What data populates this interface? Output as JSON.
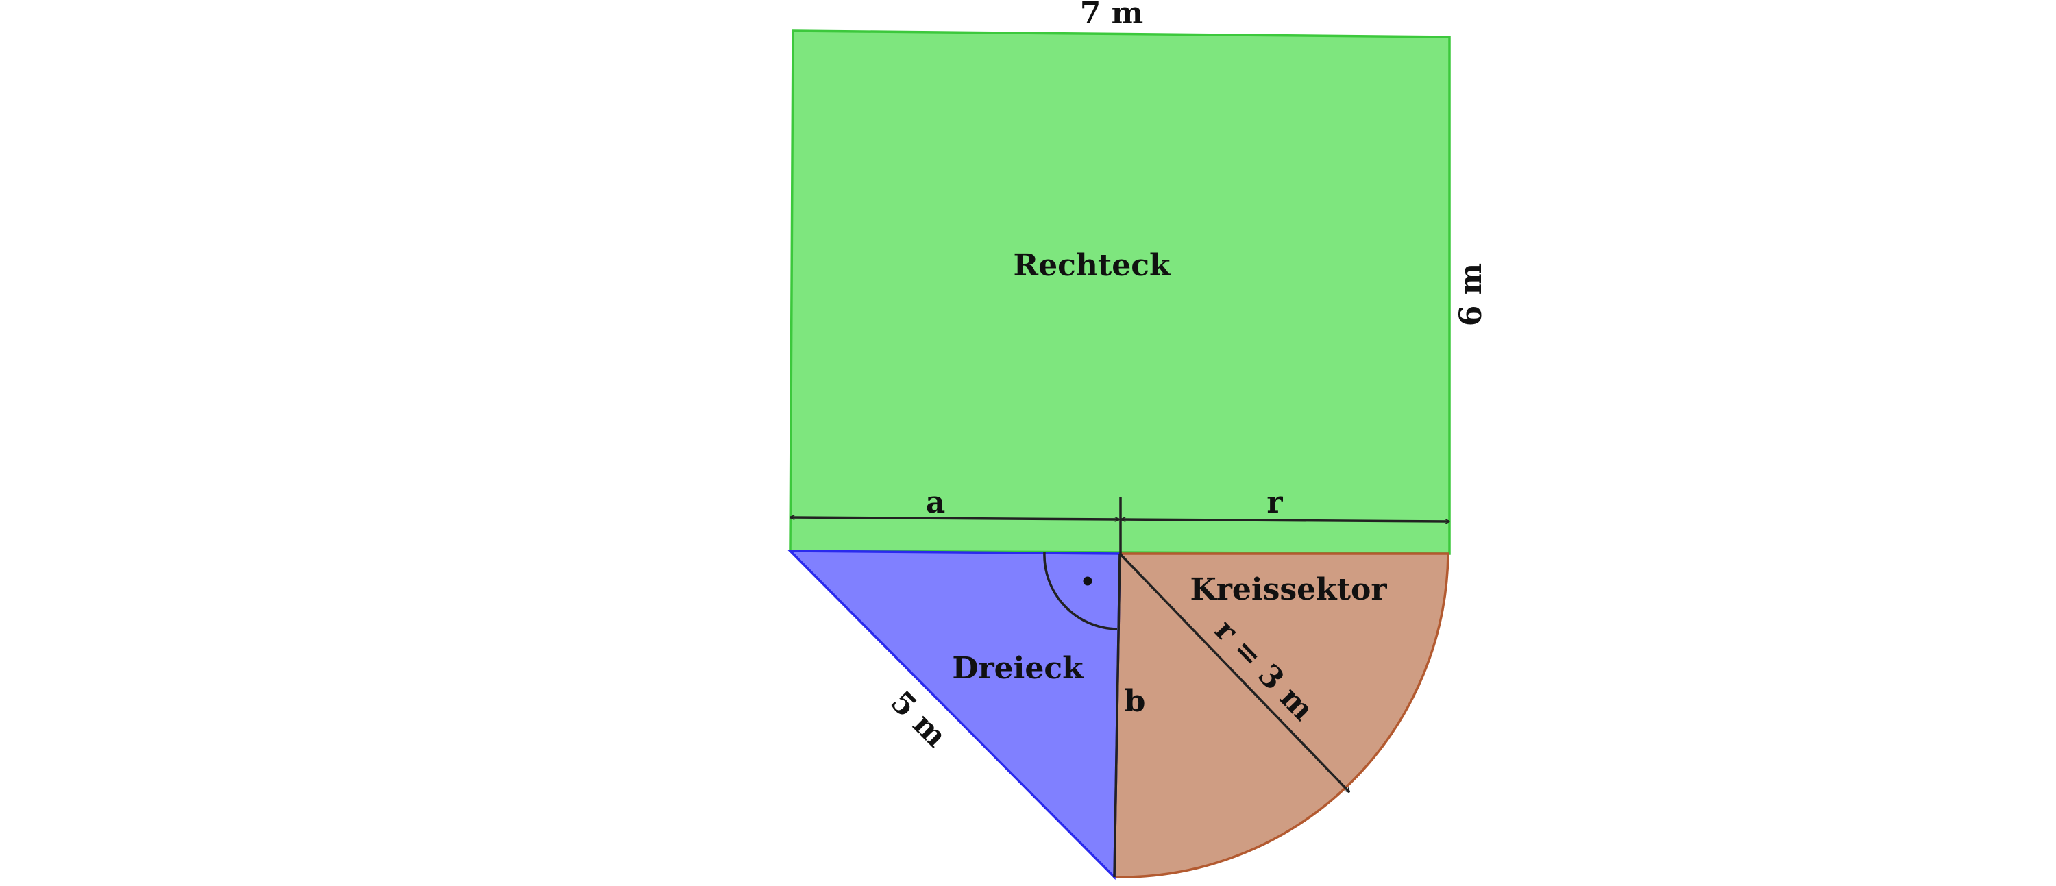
{
  "labels": {
    "top_width": "7 m",
    "right_height": "6 m",
    "rect_name": "Rechteck",
    "dim_a": "a",
    "dim_r": "r",
    "sector_name": "Kreissektor",
    "triangle_name": "Dreieck",
    "radius_label": "r = 3 m",
    "hypotenuse_label": "5 m",
    "side_b": "b"
  },
  "colors": {
    "rectangle_fill": "#7ee67e",
    "rectangle_stroke": "#3cc83c",
    "triangle_fill": "#8080ff",
    "triangle_stroke": "#2a2aee",
    "sector_fill": "#cf9d83",
    "sector_stroke": "#b35a30",
    "line": "#222222"
  },
  "icons": {
    "right_angle_marker": "right-angle-arc-with-dot"
  }
}
